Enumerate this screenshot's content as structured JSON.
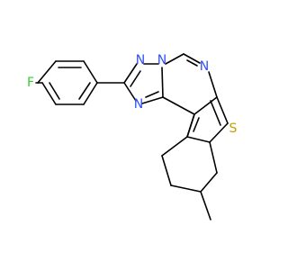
{
  "molecule": {
    "labels": {
      "fluorine": "F",
      "nitrogen_1": "N",
      "nitrogen_2": "N",
      "nitrogen_3": "N",
      "nitrogen_4": "N",
      "sulfur": "S"
    }
  },
  "colors": {
    "background": "#ffffff",
    "bond": "#000000",
    "fluorine": "#33cc33",
    "nitrogen": "#3050f8",
    "sulfur": "#c6a000"
  }
}
